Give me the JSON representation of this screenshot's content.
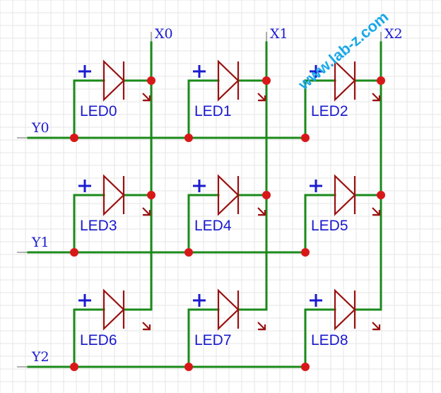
{
  "columns": [
    "X0",
    "X1",
    "X2"
  ],
  "rows": [
    "Y0",
    "Y1",
    "Y2"
  ],
  "leds": [
    {
      "label": "LED0"
    },
    {
      "label": "LED1"
    },
    {
      "label": "LED2"
    },
    {
      "label": "LED3"
    },
    {
      "label": "LED4"
    },
    {
      "label": "LED5"
    },
    {
      "label": "LED6"
    },
    {
      "label": "LED7"
    },
    {
      "label": "LED8"
    }
  ],
  "polarity_mark": "+",
  "watermark": "www.lab-z.com",
  "colors": {
    "wire": "#1a8a1a",
    "component": "#9a1010",
    "junction": "#d81818",
    "label": "#1a1ad0",
    "watermark": "#1aa8e8",
    "grid": "#e6e6e6"
  }
}
